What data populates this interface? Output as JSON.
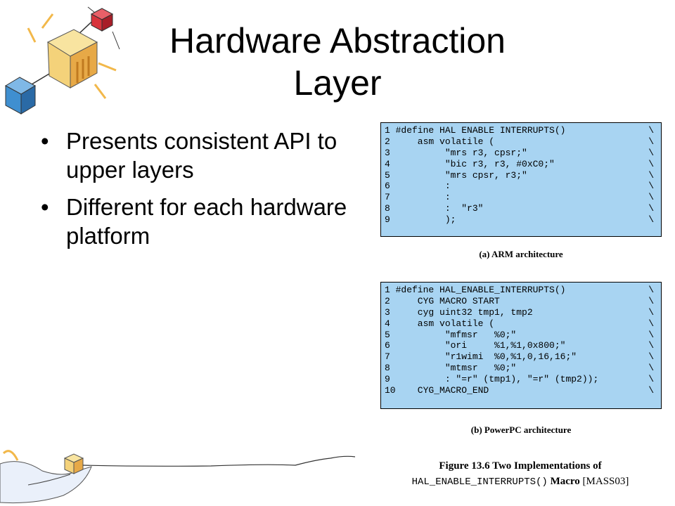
{
  "title": "Hardware Abstraction Layer",
  "bullets": [
    "Presents consistent API to upper layers",
    "Different for each hardware platform"
  ],
  "bullet_glyph": "•",
  "code_a": {
    "lines": [
      "1 #define HAL ENABLE INTERRUPTS()",
      "2     asm volatile (",
      "3          \"mrs r3, cpsr;\"",
      "4          \"bic r3, r3, #0xC0;\"",
      "5          \"mrs cpsr, r3;\"",
      "6          :",
      "7          :",
      "8          :  \"r3\"",
      "9          );"
    ],
    "caption": "(a) ARM architecture"
  },
  "code_b": {
    "lines": [
      "1 #define HAL_ENABLE_INTERRUPTS()",
      "2     CYG MACRO START",
      "3     cyg uint32 tmp1, tmp2",
      "4     asm volatile (",
      "5          \"mfmsr   %0;\"",
      "6          \"ori     %1,%1,0x800;\"",
      "7          \"r1wimi  %0,%1,0,16,16;\"",
      "8          \"mtmsr   %0;\"",
      "9          : \"=r\" (tmp1), \"=r\" (tmp2));",
      "10    CYG_MACRO_END"
    ],
    "caption": "(b) PowerPC architecture"
  },
  "line_continuation": "\\",
  "figure_caption": {
    "label": "Figure 13.6   Two Implementations  of",
    "macro": "HAL_ENABLE_INTERRUPTS()",
    "word": "Macro",
    "ref": "[MASS03]"
  },
  "colors": {
    "code_bg": "#a8d4f2",
    "clipart_yellow": "#f4d27a",
    "clipart_red": "#d8343c",
    "clipart_blue": "#3f8fd0"
  }
}
